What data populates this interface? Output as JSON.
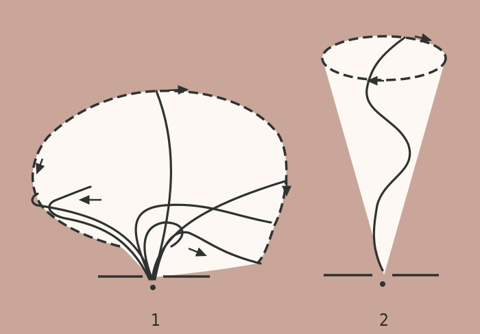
{
  "figures": [
    {
      "id": "figure-1",
      "label": "1"
    },
    {
      "id": "figure-2",
      "label": "2"
    }
  ],
  "colors": {
    "background": "#c9a59a",
    "fill": "#fdf8f4",
    "stroke": "#2f3330"
  }
}
